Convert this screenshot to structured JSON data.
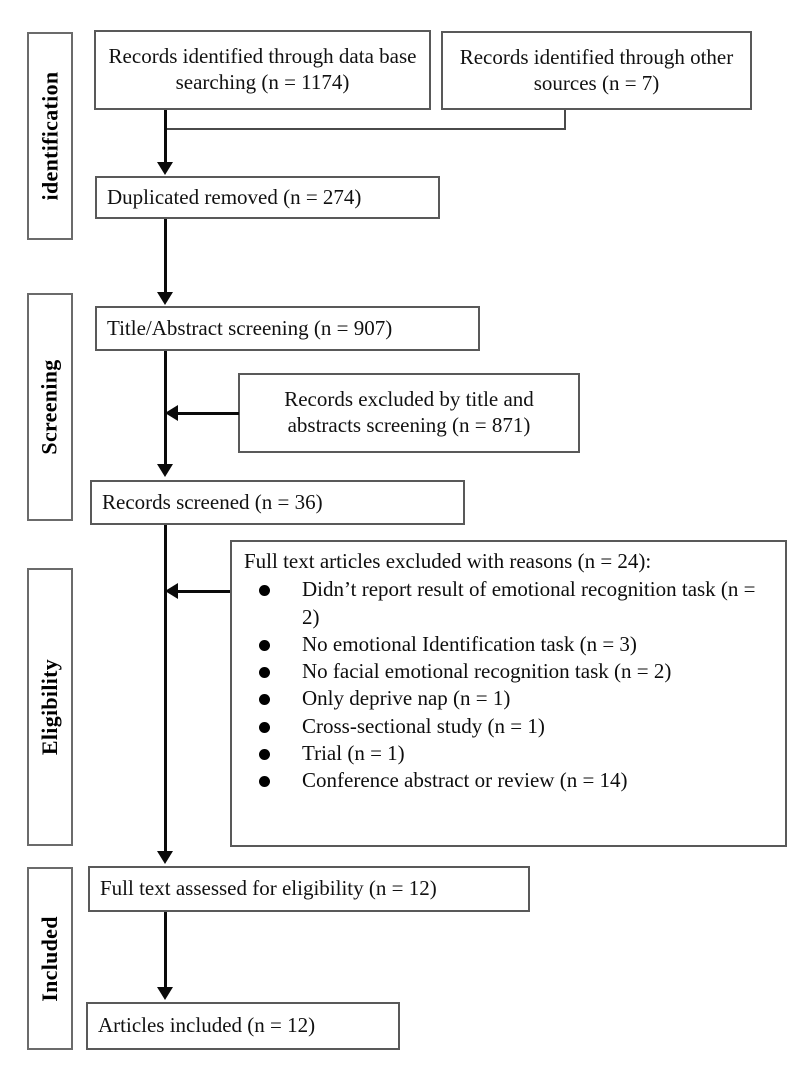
{
  "diagram": {
    "type": "prisma-flow-diagram",
    "stages": [
      {
        "id": "identification",
        "label": "identification"
      },
      {
        "id": "screening",
        "label": "Screening"
      },
      {
        "id": "eligibility",
        "label": "Eligibility"
      },
      {
        "id": "included",
        "label": "Included"
      }
    ],
    "boxes": {
      "records_db": "Records identified through data base searching (n = 1174)",
      "records_other": "Records identified through other sources (n = 7)",
      "duplicated_removed": "Duplicated removed (n = 274)",
      "title_abstract": "Title/Abstract screening (n = 907)",
      "records_excluded": "Records excluded by title and abstracts screening (n = 871)",
      "records_screened": "Records screened (n = 36)",
      "full_text_assessed": "Full text assessed for eligibility (n = 12)",
      "articles_included": "Articles included (n = 12)"
    },
    "reasons": {
      "title": "Full text articles excluded with reasons (n = 24):",
      "items": [
        "Didn’t report result of emotional recognition task (n = 2)",
        "No emotional Identification task (n = 3)",
        "No facial emotional recognition task (n = 2)",
        "Only deprive nap (n = 1)",
        "Cross-sectional study (n = 1)",
        "Trial (n = 1)",
        "Conference abstract or review (n = 14)"
      ]
    },
    "counts": {
      "records_db": 1174,
      "records_other": 7,
      "duplicates_removed": 274,
      "title_abstract_screened": 907,
      "excluded_by_title_abstract": 871,
      "records_screened": 36,
      "full_text_excluded": 24,
      "full_text_assessed": 12,
      "articles_included": 12
    },
    "colors": {
      "box_border": "#595959",
      "line": "#0a0a0a",
      "text": "#111111",
      "background": "#ffffff"
    }
  }
}
